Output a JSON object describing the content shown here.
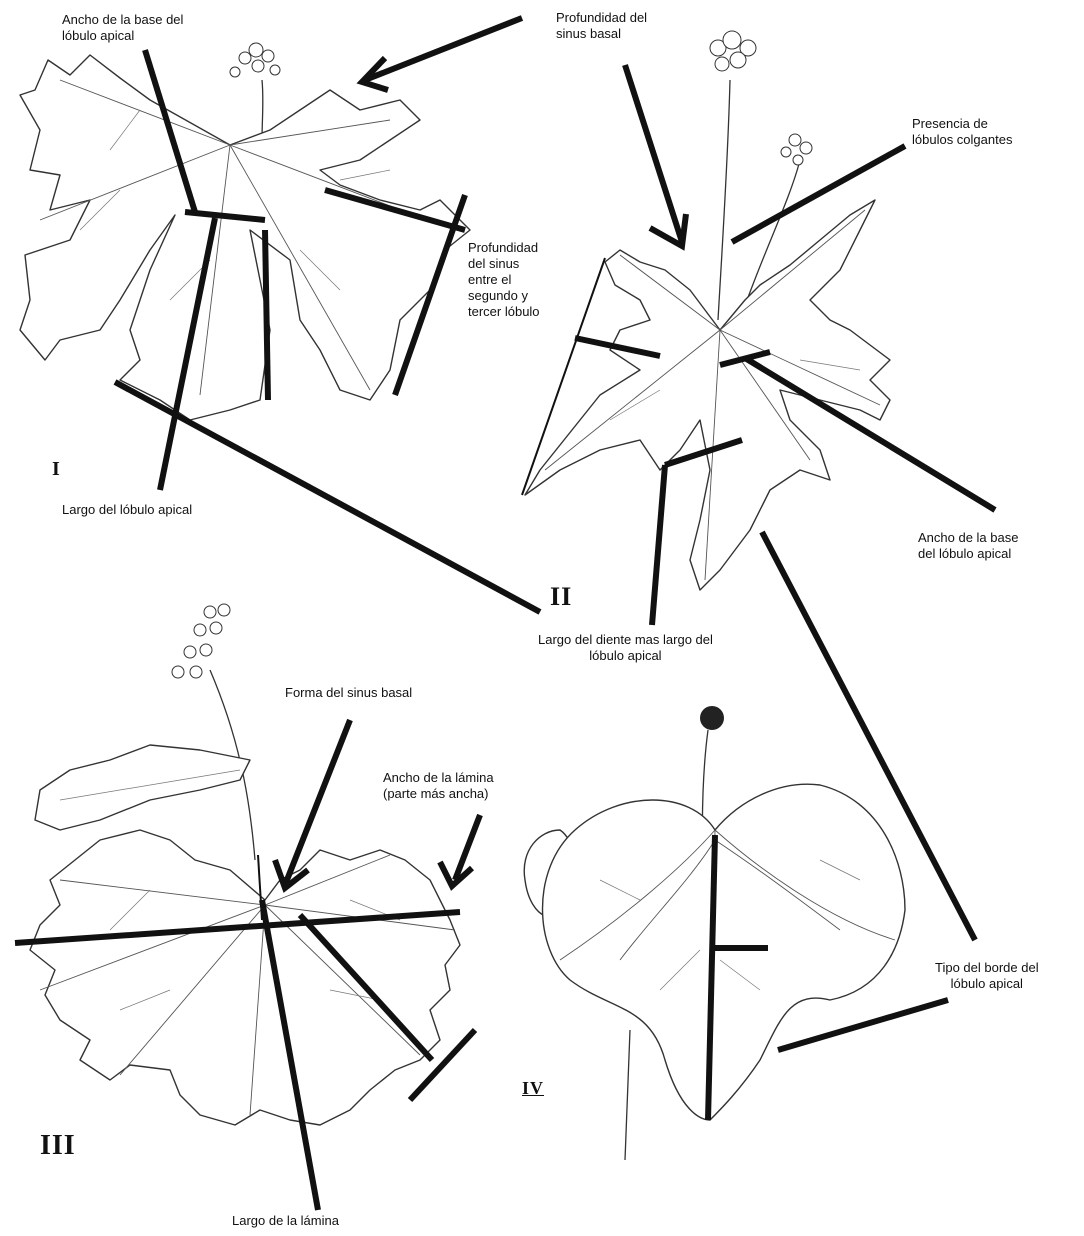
{
  "figure_labels": {
    "ancho_base_lobulo_apical_I": "Ancho de la base del\nlóbulo apical",
    "profundidad_sinus_basal": "Profundidad del\nsinus basal",
    "presencia_lobulos_colgantes": "Presencia de\nlóbulos colgantes",
    "profundidad_sinus_segundo_tercer": "Profundidad\ndel sinus\nentre el\nsegundo y\ntercer lóbulo",
    "largo_lobulo_apical": "Largo del lóbulo apical",
    "ancho_base_lobulo_apical_II": "Ancho de la base\ndel lóbulo apical",
    "largo_diente_mas_largo": "Largo del diente mas largo del\nlóbulo apical",
    "forma_sinus_basal": "Forma del sinus basal",
    "ancho_lamina": "Ancho de la lámina\n(parte más ancha)",
    "tipo_borde_lobulo_apical": "Tipo del borde del\nlóbulo apical",
    "largo_lamina": "Largo de la lámina"
  },
  "panel_numerals": {
    "I": "I",
    "II": "II",
    "III": "III",
    "IV": "IV"
  },
  "colors": {
    "ink": "#111111",
    "background": "#ffffff"
  }
}
